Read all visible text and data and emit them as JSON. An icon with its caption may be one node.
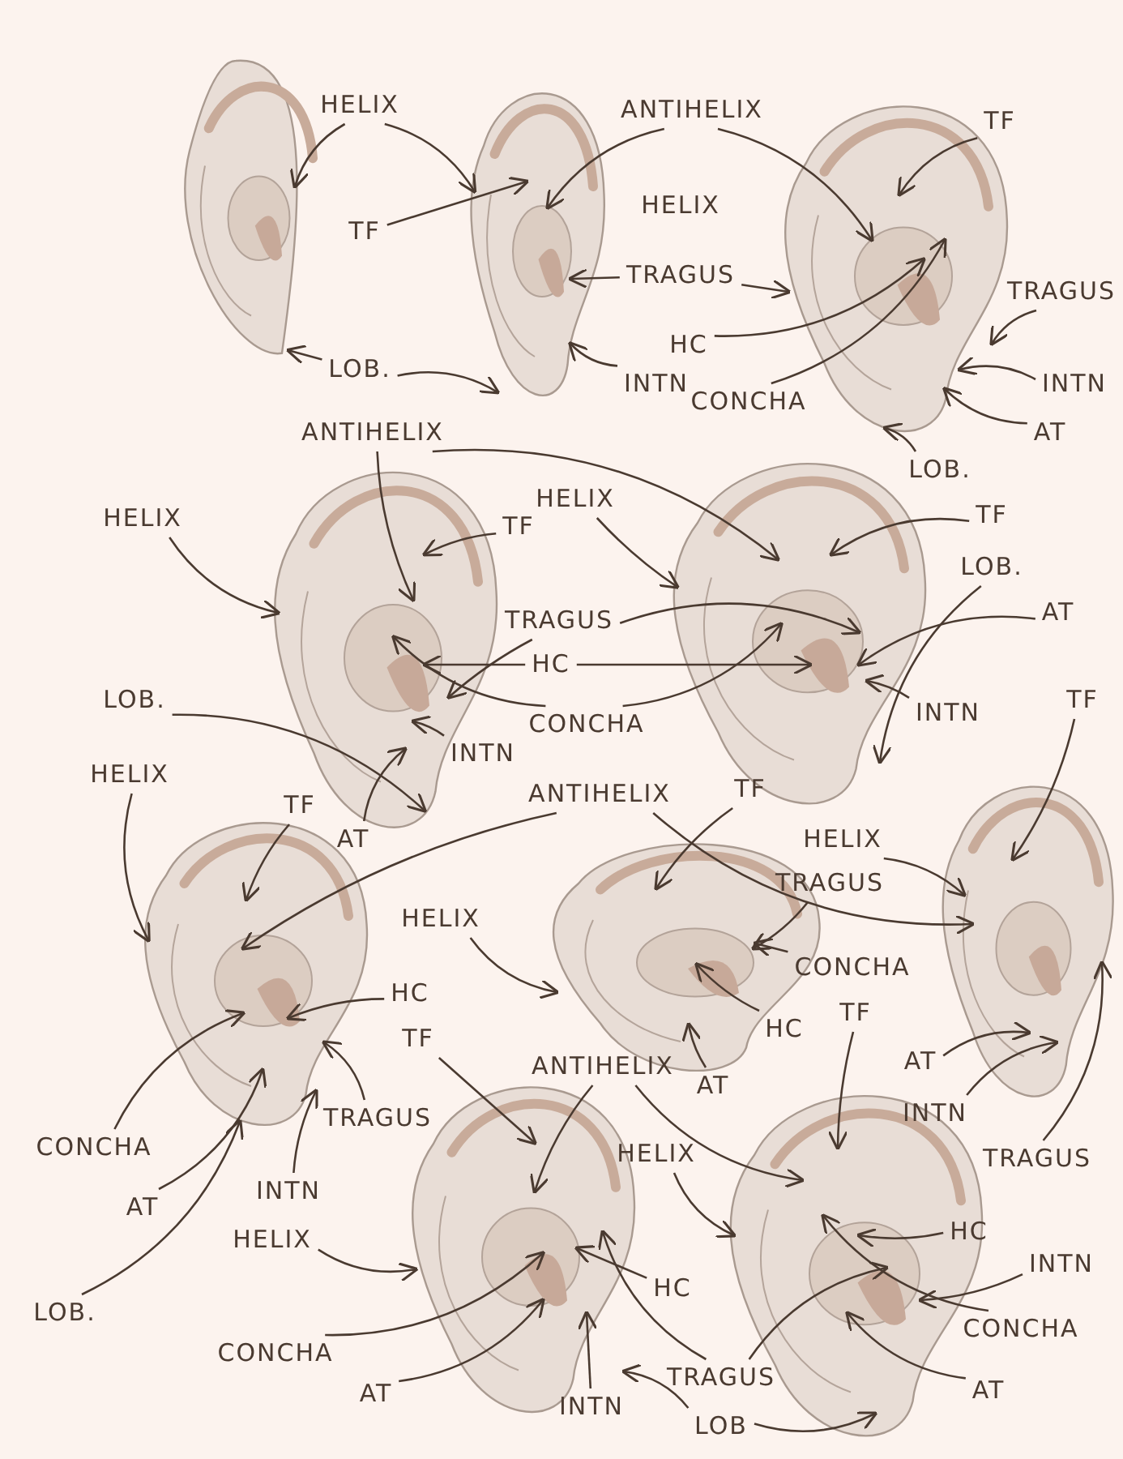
{
  "diagram": {
    "nodes": [
      {
        "text": [
          "HELIX"
        ]
      },
      {
        "text": [
          "ANTIHELIX"
        ]
      },
      {
        "text": [
          "TF"
        ]
      },
      {
        "text": [
          "TF"
        ]
      },
      {
        "text": [
          "TRAGUS"
        ]
      },
      {
        "text": [
          "TRAGUS"
        ]
      },
      {
        "text": [
          "HC"
        ]
      },
      {
        "text": [
          "LOB."
        ]
      },
      {
        "text": [
          "INTN"
        ]
      },
      {
        "text": [
          "INTN"
        ]
      },
      {
        "text": [
          "CONCHA"
        ]
      },
      {
        "text": [
          "AT"
        ]
      },
      {
        "text": [
          "ANTIHELIX"
        ]
      },
      {
        "text": [
          "LOB."
        ]
      },
      {
        "text": [
          "HELIX"
        ]
      },
      {
        "text": [
          "HELIX"
        ]
      },
      {
        "text": [
          "TF"
        ]
      },
      {
        "text": [
          "TF"
        ]
      },
      {
        "text": [
          "LOB."
        ]
      },
      {
        "text": [
          "AT"
        ]
      },
      {
        "text": [
          "TRAGUS"
        ]
      },
      {
        "text": [
          "HC"
        ]
      },
      {
        "text": [
          "LOB."
        ]
      },
      {
        "text": [
          "INTN"
        ]
      },
      {
        "text": [
          "TF"
        ]
      },
      {
        "text": [
          "CONCHA"
        ]
      },
      {
        "text": [
          "INTN"
        ]
      },
      {
        "text": [
          "HELIX"
        ]
      },
      {
        "text": [
          "ANTIHELIX"
        ]
      },
      {
        "text": [
          "TF"
        ]
      },
      {
        "text": [
          "TF"
        ]
      },
      {
        "text": [
          "AT"
        ]
      },
      {
        "text": [
          "HELIX"
        ]
      },
      {
        "text": [
          "TRAGUS"
        ]
      },
      {
        "text": [
          "HELIX"
        ]
      },
      {
        "text": [
          "CONCHA"
        ]
      },
      {
        "text": [
          "HC"
        ]
      },
      {
        "text": [
          "TF"
        ]
      },
      {
        "text": [
          "HC"
        ]
      },
      {
        "text": [
          "TF"
        ]
      },
      {
        "text": [
          "ANTIHELIX"
        ]
      },
      {
        "text": [
          "AT"
        ]
      },
      {
        "text": [
          "AT"
        ]
      },
      {
        "text": [
          "TRAGUS"
        ]
      },
      {
        "text": [
          "INTN"
        ]
      },
      {
        "text": [
          "CONCHA"
        ]
      },
      {
        "text": [
          "HELIX"
        ]
      },
      {
        "text": [
          "TRAGUS"
        ]
      },
      {
        "text": [
          "INTN"
        ]
      },
      {
        "text": [
          "AT"
        ]
      },
      {
        "text": [
          "HC"
        ]
      },
      {
        "text": [
          "HELIX"
        ]
      },
      {
        "text": [
          "INTN"
        ]
      },
      {
        "text": [
          "HC"
        ]
      },
      {
        "text": [
          "LOB."
        ]
      },
      {
        "text": [
          "CONCHA"
        ]
      },
      {
        "text": [
          "CONCHA"
        ]
      },
      {
        "text": [
          "TRAGUS"
        ]
      },
      {
        "text": [
          "AT"
        ]
      },
      {
        "text": [
          "AT"
        ]
      },
      {
        "text": [
          "INTN"
        ]
      },
      {
        "text": [
          "LOB"
        ]
      },
      {
        "text": [],
        "shape": "picture"
      },
      {
        "text": [],
        "shape": "picture"
      },
      {
        "text": [],
        "shape": "picture"
      },
      {
        "text": [],
        "shape": "picture"
      },
      {
        "text": [],
        "shape": "picture"
      },
      {
        "text": [],
        "shape": "picture"
      },
      {
        "text": [],
        "shape": "picture"
      },
      {
        "text": [],
        "shape": "picture"
      },
      {
        "text": [],
        "shape": "picture"
      },
      {
        "text": [],
        "shape": "picture"
      }
    ],
    "edges": [
      {
        "from": 0,
        "to": 62,
        "arrow": "to"
      },
      {
        "from": 0,
        "to": 63,
        "arrow": "to"
      },
      {
        "from": 1,
        "to": 63,
        "arrow": "to"
      },
      {
        "from": 1,
        "to": 64,
        "arrow": "to"
      },
      {
        "from": 2,
        "to": 64,
        "arrow": "to"
      },
      {
        "from": 3,
        "to": 63,
        "arrow": "to"
      },
      {
        "from": 4,
        "to": 63,
        "arrow": "to"
      },
      {
        "from": 4,
        "to": 64,
        "arrow": "to"
      },
      {
        "from": 5,
        "to": 64,
        "arrow": "to"
      },
      {
        "from": 6,
        "to": 64,
        "arrow": "to"
      },
      {
        "from": 7,
        "to": 62,
        "arrow": "to"
      },
      {
        "from": 7,
        "to": 63,
        "arrow": "to"
      },
      {
        "from": 8,
        "to": 63,
        "arrow": "to"
      },
      {
        "from": 9,
        "to": 64,
        "arrow": "to"
      },
      {
        "from": 10,
        "to": 64,
        "arrow": "to"
      },
      {
        "from": 11,
        "to": 64,
        "arrow": "to"
      },
      {
        "from": 12,
        "to": 65,
        "arrow": "to"
      },
      {
        "from": 12,
        "to": 66,
        "arrow": "to"
      },
      {
        "from": 13,
        "to": 64,
        "arrow": "to"
      },
      {
        "from": 14,
        "to": 65,
        "arrow": "to"
      },
      {
        "from": 15,
        "to": 66,
        "arrow": "to"
      },
      {
        "from": 16,
        "to": 65,
        "arrow": "to"
      },
      {
        "from": 17,
        "to": 66,
        "arrow": "to"
      },
      {
        "from": 18,
        "to": 66,
        "arrow": "to"
      },
      {
        "from": 19,
        "to": 66,
        "arrow": "to"
      },
      {
        "from": 20,
        "to": 65,
        "arrow": "to"
      },
      {
        "from": 20,
        "to": 66,
        "arrow": "to"
      },
      {
        "from": 21,
        "to": 65,
        "arrow": "to"
      },
      {
        "from": 21,
        "to": 66,
        "arrow": "to"
      },
      {
        "from": 22,
        "to": 65,
        "arrow": "to"
      },
      {
        "from": 23,
        "to": 66,
        "arrow": "to"
      },
      {
        "from": 24,
        "to": 69,
        "arrow": "to"
      },
      {
        "from": 25,
        "to": 65,
        "arrow": "to"
      },
      {
        "from": 25,
        "to": 66,
        "arrow": "to"
      },
      {
        "from": 26,
        "to": 65,
        "arrow": "to"
      },
      {
        "from": 27,
        "to": 67,
        "arrow": "to"
      },
      {
        "from": 28,
        "to": 67,
        "arrow": "to"
      },
      {
        "from": 28,
        "to": 69,
        "arrow": "to"
      },
      {
        "from": 29,
        "to": 68,
        "arrow": "to"
      },
      {
        "from": 30,
        "to": 67,
        "arrow": "to"
      },
      {
        "from": 31,
        "to": 65,
        "arrow": "to"
      },
      {
        "from": 32,
        "to": 69,
        "arrow": "to"
      },
      {
        "from": 33,
        "to": 68,
        "arrow": "to"
      },
      {
        "from": 34,
        "to": 68,
        "arrow": "to"
      },
      {
        "from": 35,
        "to": 68,
        "arrow": "to"
      },
      {
        "from": 36,
        "to": 67,
        "arrow": "to"
      },
      {
        "from": 37,
        "to": 71,
        "arrow": "to"
      },
      {
        "from": 38,
        "to": 68,
        "arrow": "to"
      },
      {
        "from": 39,
        "to": 70,
        "arrow": "to"
      },
      {
        "from": 40,
        "to": 70,
        "arrow": "to"
      },
      {
        "from": 40,
        "to": 71,
        "arrow": "to"
      },
      {
        "from": 41,
        "to": 69,
        "arrow": "to"
      },
      {
        "from": 42,
        "to": 68,
        "arrow": "to"
      },
      {
        "from": 43,
        "to": 67,
        "arrow": "to"
      },
      {
        "from": 44,
        "to": 69,
        "arrow": "to"
      },
      {
        "from": 45,
        "to": 67,
        "arrow": "to"
      },
      {
        "from": 46,
        "to": 71,
        "arrow": "to"
      },
      {
        "from": 47,
        "to": 69,
        "arrow": "to"
      },
      {
        "from": 48,
        "to": 67,
        "arrow": "to"
      },
      {
        "from": 49,
        "to": 67,
        "arrow": "to"
      },
      {
        "from": 50,
        "to": 71,
        "arrow": "to"
      },
      {
        "from": 51,
        "to": 70,
        "arrow": "to"
      },
      {
        "from": 52,
        "to": 71,
        "arrow": "to"
      },
      {
        "from": 53,
        "to": 70,
        "arrow": "to"
      },
      {
        "from": 54,
        "to": 67,
        "arrow": "to"
      },
      {
        "from": 55,
        "to": 71,
        "arrow": "to"
      },
      {
        "from": 56,
        "to": 70,
        "arrow": "to"
      },
      {
        "from": 57,
        "to": 70,
        "arrow": "to"
      },
      {
        "from": 57,
        "to": 71,
        "arrow": "to"
      },
      {
        "from": 58,
        "to": 71,
        "arrow": "to"
      },
      {
        "from": 59,
        "to": 70,
        "arrow": "to"
      },
      {
        "from": 60,
        "to": 70,
        "arrow": "to"
      },
      {
        "from": 61,
        "to": 71,
        "arrow": "to"
      },
      {
        "from": 61,
        "to": 70,
        "arrow": "to"
      }
    ],
    "labels": [
      "HELIX"
    ]
  }
}
